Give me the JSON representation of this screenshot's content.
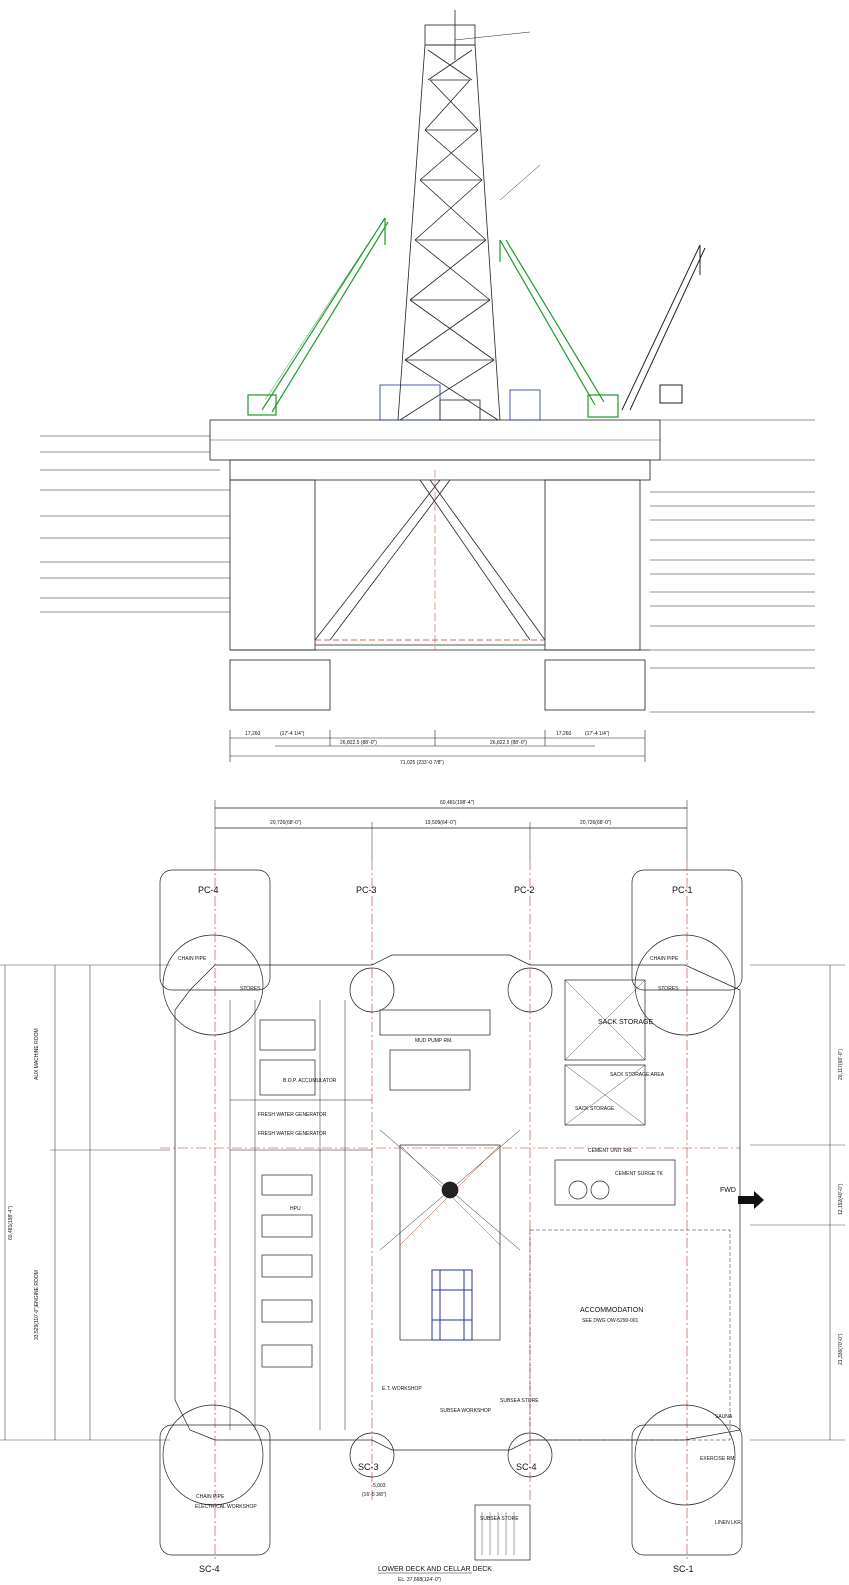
{
  "elevation": {
    "dimensions": {
      "left_pontoon": "17,260",
      "left_span": "(17'-4 1/4\")",
      "left_half": "26,822.5 (88'-0\")",
      "right_half": "26,822.5 (88'-0\")",
      "right_span": "(17'-4 1/4\")",
      "right_pontoon": "17,260",
      "overall": "71,025 (233'-0 7/8\")"
    }
  },
  "plan": {
    "dimensions": {
      "overall": "60,481(198'-4\")",
      "seg_left": "20,726(68'-0\")",
      "seg_mid": "19,509(64'-0\")",
      "seg_right": "20,726(68'-0\")",
      "col_spacing": "5,003",
      "col_spacing_imperial": "(16'-5 3/8\")"
    },
    "columns": {
      "pc4": "PC-4",
      "pc3": "PC-3",
      "pc2": "PC-2",
      "pc1": "PC-1",
      "sc4_left": "SC-4",
      "sc3": "SC-3",
      "sc4_mid": "SC-4",
      "sc1": "SC-1"
    },
    "vertical_labels": {
      "aux_machine_room": "AUX MACHINE ROOM",
      "engine_room": "33,529(110'-0\")ENGINE ROOM",
      "left_overall": "60,481(198'-4\")",
      "right_top": "20,117(66'-0\")",
      "right_mid": "12,192(40'-0\")",
      "right_bot": "21,336(70'-0\")"
    },
    "rooms": {
      "stores_left": "STORES",
      "stores_right": "STORES",
      "chain_pipe_left": "CHAIN PIPE",
      "chain_pipe_right": "CHAIN PIPE",
      "sack_storage": "SACK STORAGE",
      "sack_storage_area": "SACK STORAGE AREA",
      "sack_storage_2": "SACK STORAGE",
      "mud_pump_rm": "MUD PUMP RM.",
      "fresh_water_1": "FRESH WATER GENERATOR",
      "fresh_water_2": "FRESH WATER GENERATOR",
      "hpu": "HPU",
      "cement_unit_rm": "CEMENT UNIT RM.",
      "cement_surge_tk": "CEMENT SURGE TK",
      "accommodation": "ACCOMMODATION",
      "accommodation_ref": "SEE DWG OW-5290-001",
      "et_workshop": "E.T. WORKSHOP",
      "subsea_workshop": "SUBSEA WORKSHOP",
      "subsea_store": "SUBSEA STORE",
      "electrical_workshop": "ELECTRICAL WORKSHOP",
      "chain_pipe_bl": "CHAIN PIPE",
      "exercise_rm": "EXERCISE RM.",
      "sauna": "SAUNA",
      "linen_lkr": "LINEN LKR.",
      "bop_accumulator": "B.O.P. ACCUMULATOR",
      "fwd": "FWD",
      "subsea_store_bottom": "SUBSEA STORE"
    },
    "title": "LOWER DECK AND CELLAR DECK",
    "subtitle": "EL. 37,668(124'-0\")"
  }
}
